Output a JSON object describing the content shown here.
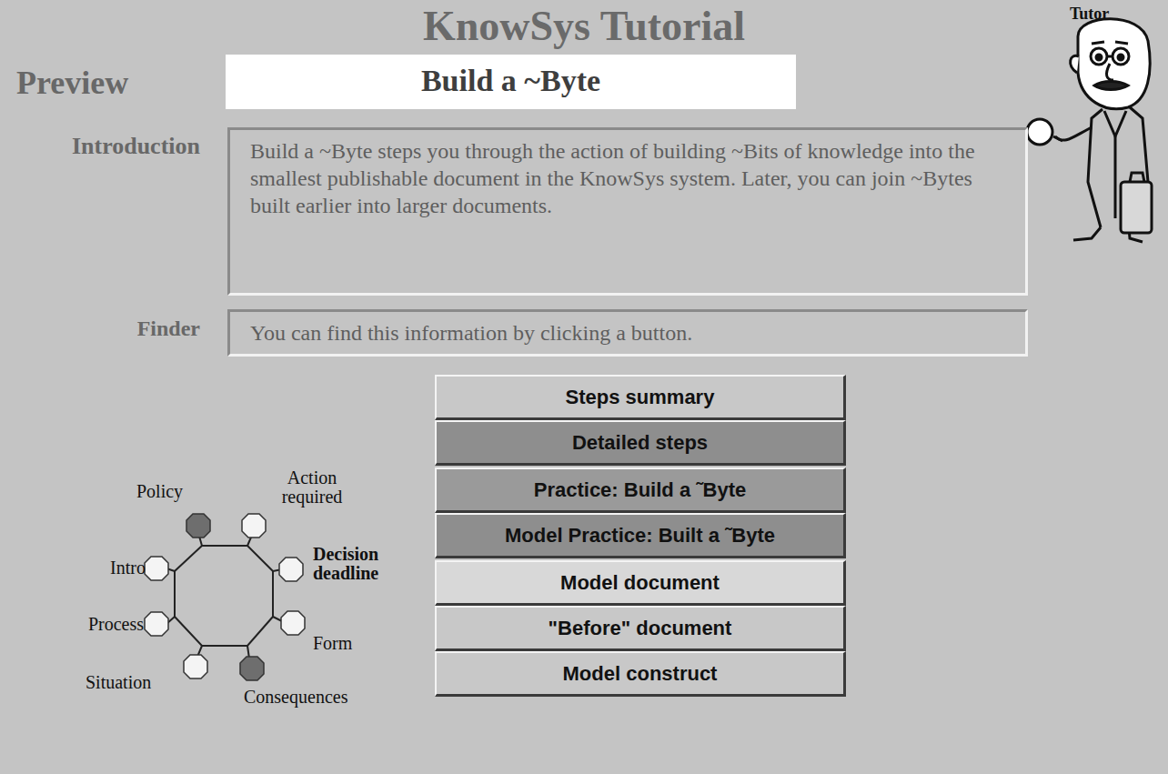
{
  "diagram": {
    "title": "KnowSys Tutorial",
    "nodes": [
      {
        "text": [
          "Preview",
          "Build a ~Byte"
        ]
      },
      {
        "text": [
          "Introduction",
          "Build a ~Byte steps you through the action of building ~Bits of knowledge into the smallest publishable document in the KnowSys system. Later, you can join ~Bytes built earlier into larger documents."
        ]
      },
      {
        "text": [
          "Finder",
          "You can find this information by clicking a button."
        ]
      },
      {
        "text": [
          "Steps summary"
        ]
      },
      {
        "text": [
          "Detailed steps"
        ]
      },
      {
        "text": [
          "Practice: Build a ˜Byte"
        ]
      },
      {
        "text": [
          "Model Practice: Built a ˜Byte"
        ]
      },
      {
        "text": [
          "Model document"
        ]
      },
      {
        "text": [
          "\"Before\" document"
        ]
      },
      {
        "text": [
          "Model construct"
        ]
      }
    ],
    "labels": [
      "Tutor",
      "Policy",
      "Action required",
      "Intro",
      "Decision deadline",
      "Process",
      "Form",
      "Situation",
      "Consequences"
    ]
  }
}
